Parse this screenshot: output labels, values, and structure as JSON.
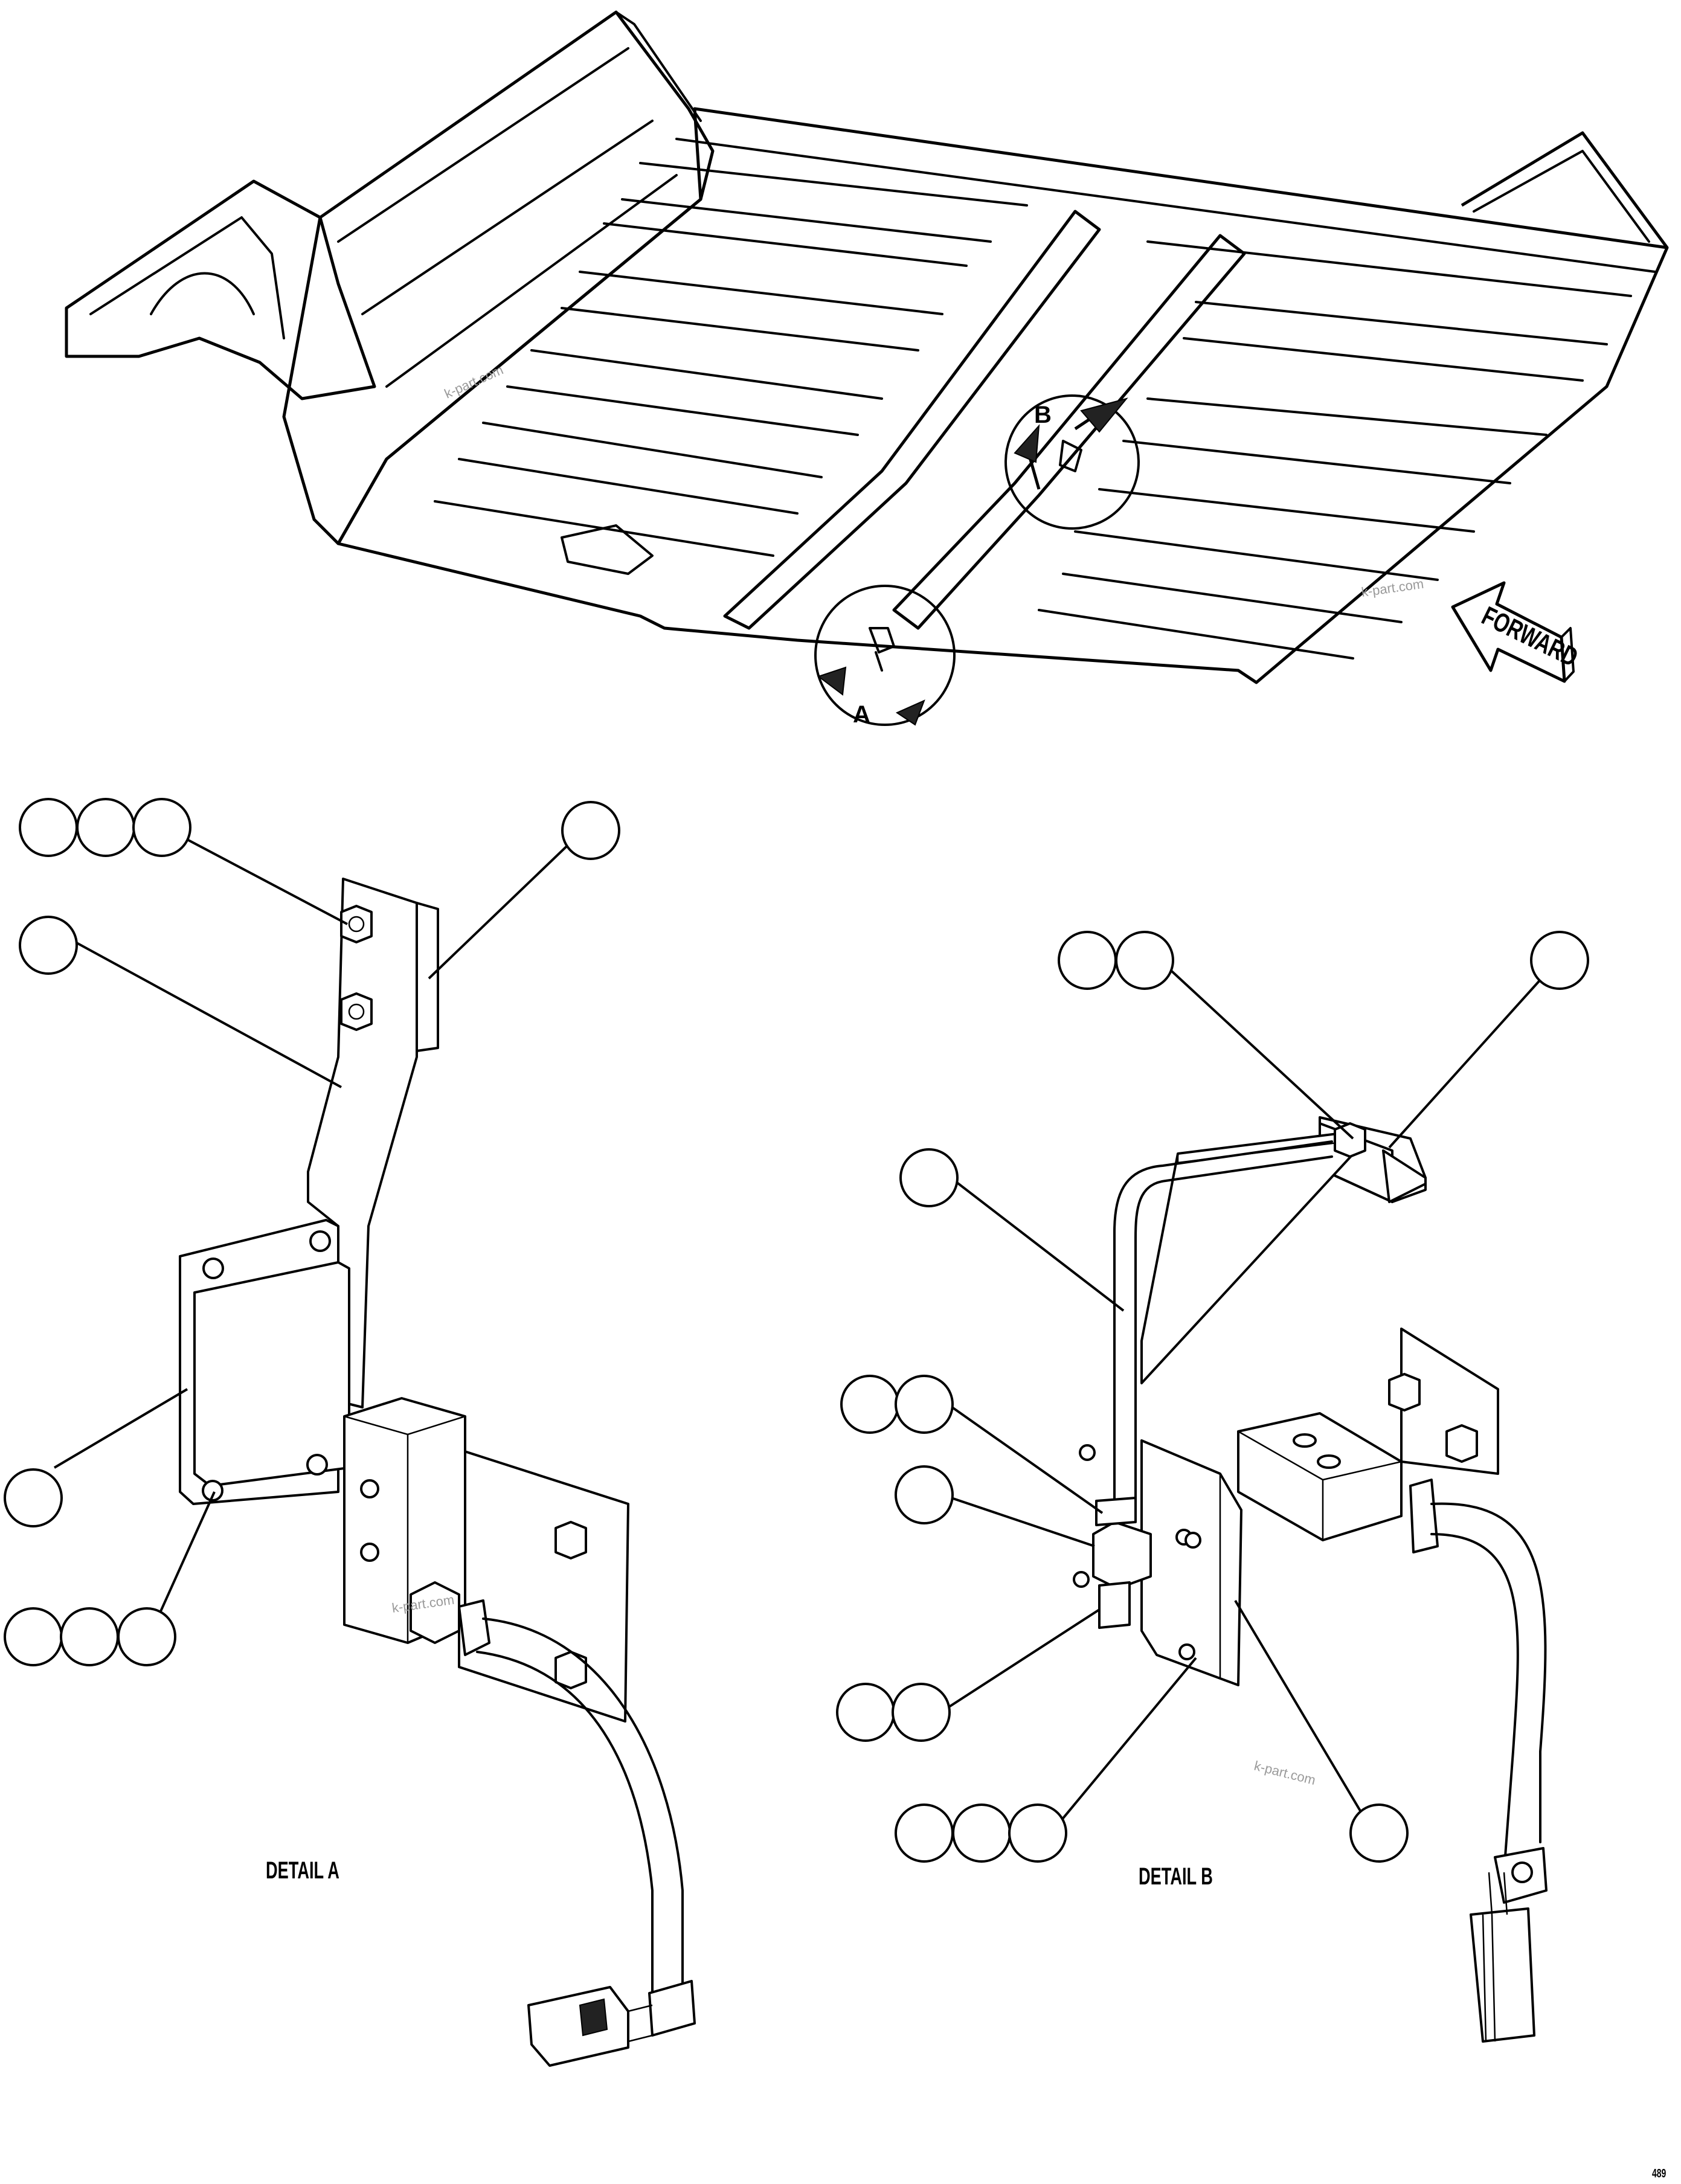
{
  "labels": {
    "forward": "FORWARD",
    "detail_a_marker": "A",
    "detail_b_marker": "B",
    "detail_a_title": "DETAIL A",
    "detail_b_title": "DETAIL B",
    "watermark_1": "k-part.com",
    "watermark_2": "k-part.com",
    "watermark_3": "k-part.com",
    "watermark_4": "k-part.com",
    "sheet_id": "489"
  },
  "colors": {
    "line": "#000000",
    "background": "#ffffff",
    "watermark": "#9a9a9a"
  }
}
